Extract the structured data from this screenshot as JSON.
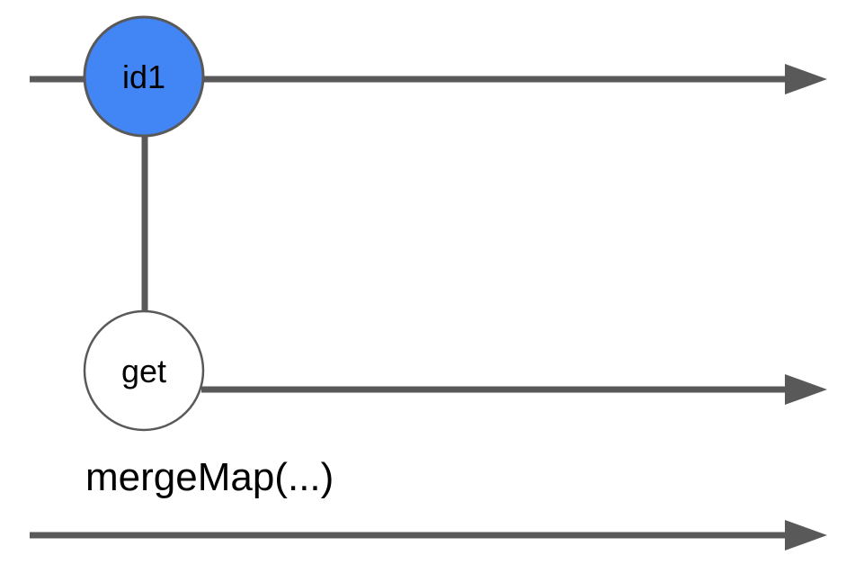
{
  "diagram": {
    "type": "rxjs-marble-diagram",
    "operator": {
      "label": "mergeMap(...)"
    },
    "streams": {
      "source": {
        "marble_label": "id1"
      },
      "inner": {
        "marble_label": "get"
      },
      "output": {}
    }
  },
  "colors": {
    "marble_blue_fill": "#4285f4",
    "marble_white_fill": "#ffffff",
    "line_gray": "#595959",
    "text_black": "#000000",
    "background": "#ffffff"
  }
}
